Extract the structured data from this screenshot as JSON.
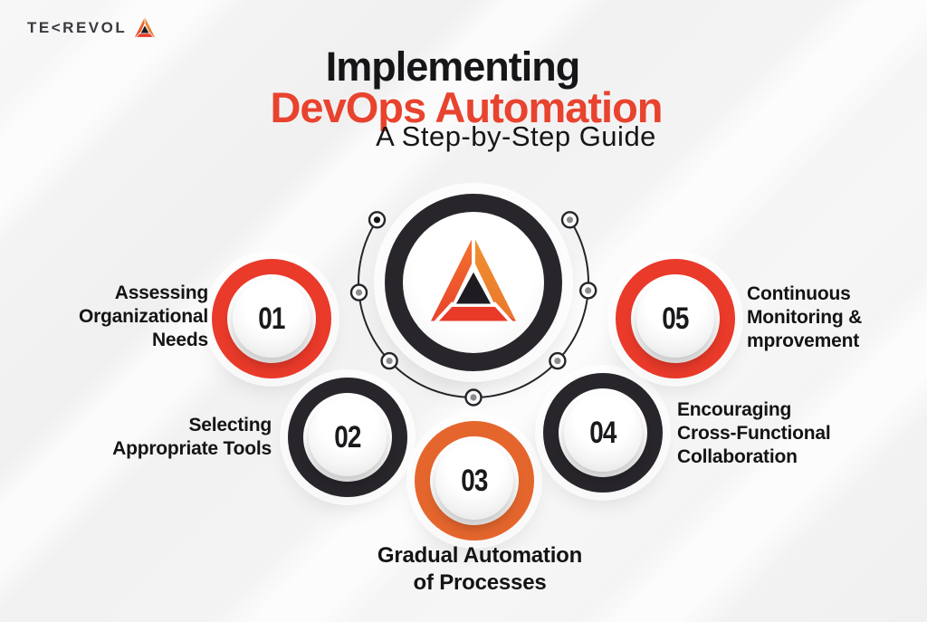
{
  "brand": {
    "wordmark_left": "TE",
    "wordmark_k": "<",
    "wordmark_right": "REVOL"
  },
  "title": {
    "line1": "Implementing",
    "line2": "DevOps Automation",
    "line3": "A Step-by-Step Guide"
  },
  "steps": [
    {
      "number": "01",
      "ring_color": "#E93A2A",
      "lines": [
        "Assessing",
        "Organizational",
        "Needs"
      ]
    },
    {
      "number": "02",
      "ring_color": "#28262B",
      "lines": [
        "Selecting",
        "Appropriate Tools"
      ]
    },
    {
      "number": "03",
      "ring_color": "#E5662D",
      "lines": [
        "Gradual Automation",
        "of Processes"
      ]
    },
    {
      "number": "04",
      "ring_color": "#28262B",
      "lines": [
        "Encouraging",
        "Cross-Functional",
        "Collaboration"
      ]
    },
    {
      "number": "05",
      "ring_color": "#E93A2A",
      "lines": [
        "Continuous",
        "Monitoring &",
        "mprovement"
      ]
    }
  ],
  "colors": {
    "accent_red": "#E93A2A",
    "accent_orange": "#E5662D",
    "dark": "#28262B",
    "title_red": "#E8432E",
    "text": "#161618",
    "background": "#F1F0F1"
  }
}
